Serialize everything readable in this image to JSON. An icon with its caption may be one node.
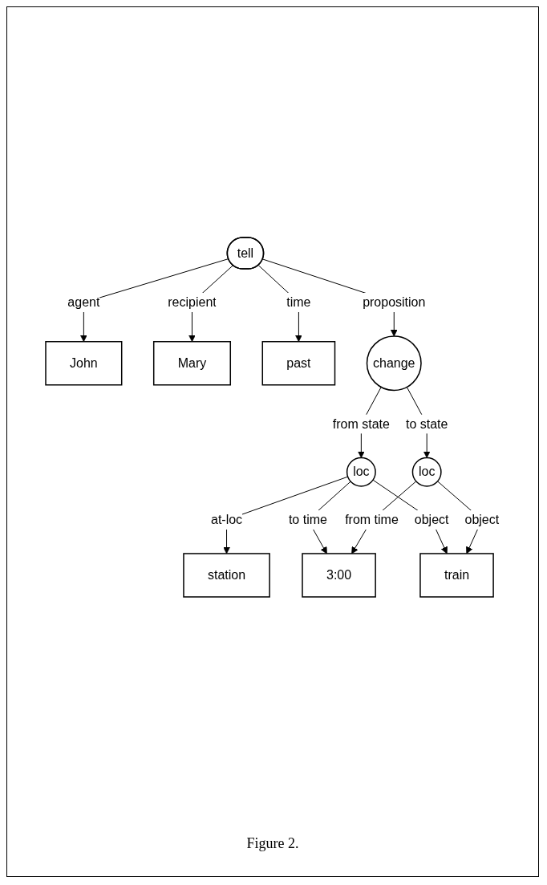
{
  "diagram": {
    "caption": "Figure 2.",
    "nodes": [
      {
        "text": [
          "John"
        ]
      },
      {
        "text": [
          "tell"
        ]
      },
      {
        "text": [
          "Mary"
        ]
      },
      {
        "text": [
          "past"
        ]
      },
      {
        "text": [
          "station"
        ]
      },
      {
        "text": [
          "change"
        ]
      },
      {
        "text": [
          "loc"
        ]
      },
      {
        "text": [
          "loc"
        ]
      },
      {
        "text": [
          "3:00"
        ]
      },
      {
        "text": [
          "train"
        ]
      }
    ],
    "edges": [
      {
        "from": 1,
        "to": 0,
        "arrow": "to",
        "label": "agent"
      },
      {
        "from": 1,
        "to": 2,
        "arrow": "to",
        "label": "recipient"
      },
      {
        "from": 1,
        "to": 5,
        "arrow": "to",
        "label": "proposition"
      },
      {
        "from": 1,
        "to": 3,
        "arrow": "to",
        "label": "time"
      },
      {
        "from": 6,
        "to": 4,
        "arrow": "to",
        "label": "at-loc"
      },
      {
        "from": 5,
        "to": 6,
        "arrow": "to",
        "label": "from state"
      },
      {
        "from": 5,
        "to": 7,
        "arrow": "to",
        "label": "to state"
      },
      {
        "from": 6,
        "to": 8,
        "arrow": "to",
        "label": "to time"
      },
      {
        "from": 7,
        "to": 8,
        "arrow": "to",
        "label": "from time"
      },
      {
        "from": 6,
        "to": 9,
        "arrow": "to",
        "label": "object"
      },
      {
        "from": 7,
        "to": 9,
        "arrow": "to",
        "label": "object"
      }
    ]
  }
}
